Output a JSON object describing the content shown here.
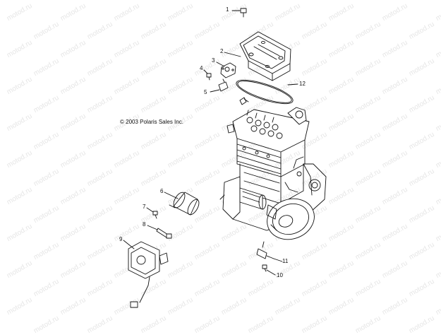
{
  "diagram": {
    "copyright": "© 2003 Polaris Sales Inc.",
    "watermark_text": "motod.ru",
    "callouts": [
      "1",
      "2",
      "3",
      "4",
      "5",
      "6",
      "7",
      "8",
      "9",
      "10",
      "11",
      "12"
    ]
  },
  "colors": {
    "line": "#111111",
    "watermark": "#e6e6e6",
    "background": "#ffffff"
  }
}
